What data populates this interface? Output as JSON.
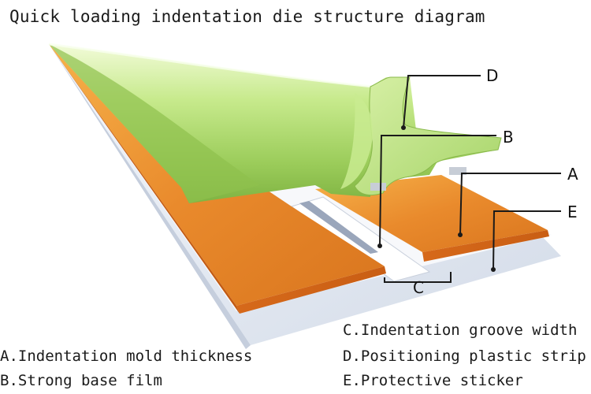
{
  "title": "Quick loading indentation die structure diagram",
  "callouts": {
    "a": "A",
    "b": "B",
    "c": "C",
    "d": "D",
    "e": "E"
  },
  "legend": {
    "a": "A.Indentation mold thickness",
    "b": "B.Strong base film",
    "c": "C.Indentation groove width",
    "d": "D.Positioning plastic strip",
    "e": "E.Protective sticker"
  },
  "colors": {
    "green": "#b7e07a",
    "orange": "#e88a2e",
    "film": "#dfe6f0"
  }
}
